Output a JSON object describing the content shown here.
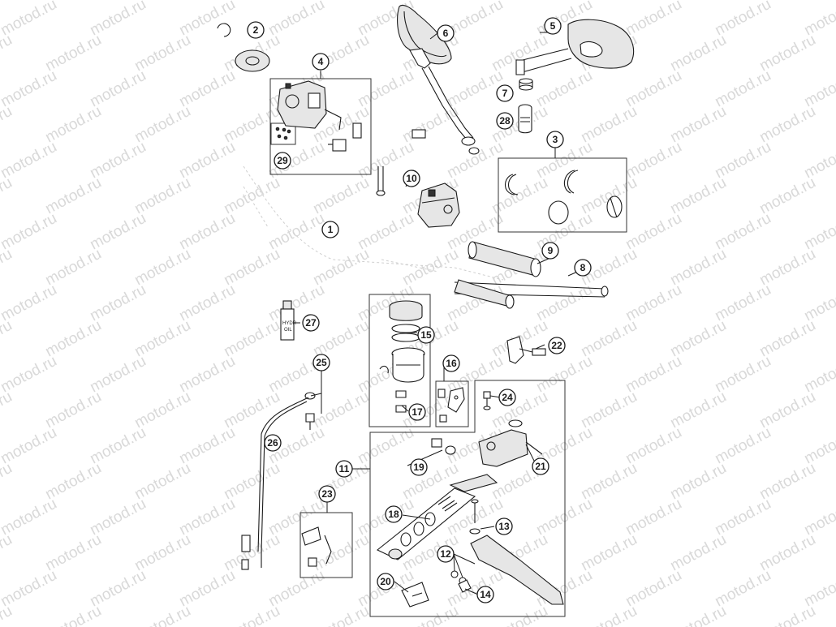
{
  "watermark": {
    "text": "motod.ru"
  },
  "callouts": [
    {
      "id": "1",
      "label": "1"
    },
    {
      "id": "2",
      "label": "2"
    },
    {
      "id": "3",
      "label": "3"
    },
    {
      "id": "4",
      "label": "4"
    },
    {
      "id": "5",
      "label": "5"
    },
    {
      "id": "6",
      "label": "6"
    },
    {
      "id": "7",
      "label": "7"
    },
    {
      "id": "8",
      "label": "8"
    },
    {
      "id": "9",
      "label": "9"
    },
    {
      "id": "10",
      "label": "10"
    },
    {
      "id": "11",
      "label": "11"
    },
    {
      "id": "12",
      "label": "12"
    },
    {
      "id": "13",
      "label": "13"
    },
    {
      "id": "14",
      "label": "14"
    },
    {
      "id": "15",
      "label": "15"
    },
    {
      "id": "16",
      "label": "16"
    },
    {
      "id": "17",
      "label": "17"
    },
    {
      "id": "18",
      "label": "18"
    },
    {
      "id": "19",
      "label": "19"
    },
    {
      "id": "20",
      "label": "20"
    },
    {
      "id": "21",
      "label": "21"
    },
    {
      "id": "22",
      "label": "22"
    },
    {
      "id": "23",
      "label": "23"
    },
    {
      "id": "24",
      "label": "24"
    },
    {
      "id": "25",
      "label": "25"
    },
    {
      "id": "26",
      "label": "26"
    },
    {
      "id": "27",
      "label": "27"
    },
    {
      "id": "28",
      "label": "28"
    },
    {
      "id": "29",
      "label": "29"
    }
  ],
  "oil_bottle": {
    "line1": "HYDR",
    "line2": "OIL"
  }
}
